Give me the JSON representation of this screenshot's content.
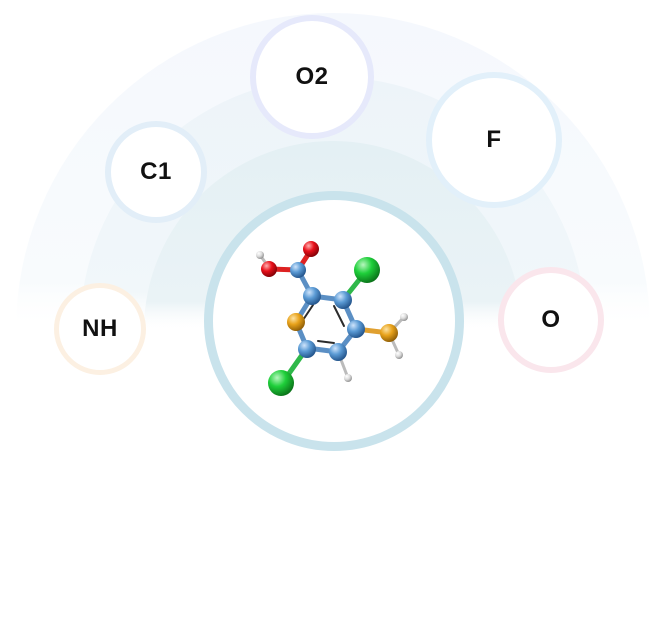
{
  "nodes": [
    {
      "key": "o2",
      "label": "O2",
      "ring_color": "#e6e9fb"
    },
    {
      "key": "f",
      "label": "F",
      "ring_color": "#e2f0fa"
    },
    {
      "key": "c1",
      "label": "C1",
      "ring_color": "#e2eef8"
    },
    {
      "key": "nh",
      "label": "NH",
      "ring_color": "#fcf0e2"
    },
    {
      "key": "o",
      "label": "O",
      "ring_color": "#fae6ec"
    }
  ],
  "center": {
    "ring_color": "#c9e3ec"
  },
  "background_arcs": [
    "#f6f9fe",
    "#eef5fb",
    "#e6f1f6"
  ],
  "atom_colors": {
    "carbon": "#5b9bd5",
    "nitrogen": "#e8a21a",
    "chlorine": "#1ecf3a",
    "oxygen": "#e8101a",
    "hydrogen": "#e0e0e0"
  }
}
